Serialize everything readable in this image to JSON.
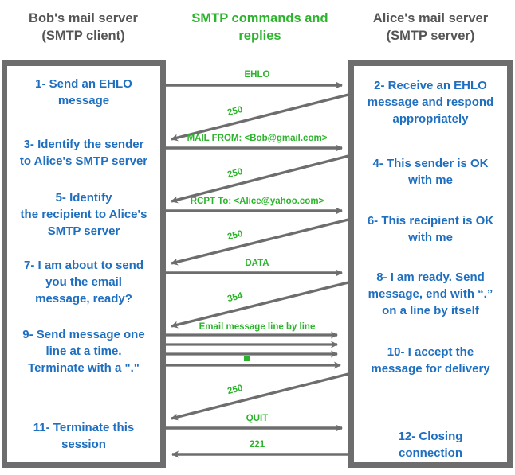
{
  "headings": {
    "left": "Bob's mail server\n(SMTP client)",
    "center": "SMTP commands and\nreplies",
    "right": "Alice's mail server\n(SMTP server)"
  },
  "colors": {
    "blue_text": "#1f6fc0",
    "green_text": "#2cb42c",
    "arrow_gray": "#6d6d6d",
    "heading_gray": "#555555",
    "panel_frame": "#6d6d6d",
    "background": "#ffffff"
  },
  "client_steps": [
    {
      "id": 1,
      "text": "1- Send an EHLO\nmessage"
    },
    {
      "id": 3,
      "text": "3- Identify the sender\nto Alice's SMTP server"
    },
    {
      "id": 5,
      "text": "5- Identify\nthe recipient to Alice's\nSMTP server"
    },
    {
      "id": 7,
      "text": "7- I am about to send\nyou the email\nmessage, ready?"
    },
    {
      "id": 9,
      "text": "9- Send message one\nline at a time.\nTerminate with a \".\""
    },
    {
      "id": 11,
      "text": "11- Terminate this\nsession"
    }
  ],
  "server_steps": [
    {
      "id": 2,
      "text": "2- Receive an EHLO\nmessage and respond\nappropriately"
    },
    {
      "id": 4,
      "text": "4- This sender is OK\nwith me"
    },
    {
      "id": 6,
      "text": "6- This recipient is OK\nwith me"
    },
    {
      "id": 8,
      "text": "8-  I am ready. Send\nmessage, end with “.”\non a line by itself"
    },
    {
      "id": 10,
      "text": "10-  I accept the\nmessage for delivery"
    },
    {
      "id": 12,
      "text": "12-  Closing\nconnection"
    }
  ],
  "messages": [
    {
      "seq": 1,
      "label": "EHLO",
      "direction": "client-to-server",
      "style": "horizontal"
    },
    {
      "seq": 2,
      "label": "250",
      "direction": "server-to-client",
      "style": "diagonal"
    },
    {
      "seq": 3,
      "label": "MAIL FROM: <Bob@gmail.com>",
      "direction": "client-to-server",
      "style": "horizontal"
    },
    {
      "seq": 4,
      "label": "250",
      "direction": "server-to-client",
      "style": "diagonal"
    },
    {
      "seq": 5,
      "label": "RCPT To: <Alice@yahoo.com>",
      "direction": "client-to-server",
      "style": "horizontal"
    },
    {
      "seq": 6,
      "label": "250",
      "direction": "server-to-client",
      "style": "diagonal"
    },
    {
      "seq": 7,
      "label": "DATA",
      "direction": "client-to-server",
      "style": "horizontal"
    },
    {
      "seq": 8,
      "label": "354",
      "direction": "server-to-client",
      "style": "diagonal"
    },
    {
      "seq": 9,
      "label": "Email message line by line",
      "direction": "client-to-server",
      "style": "horizontal-multi"
    },
    {
      "seq": 10,
      "label": "",
      "direction": "client-to-server",
      "style": "horizontal"
    },
    {
      "seq": 11,
      "label": "",
      "direction": "client-to-server",
      "style": "horizontal"
    },
    {
      "seq": 12,
      "label": "■",
      "direction": "client-to-server",
      "style": "horizontal-dot"
    },
    {
      "seq": 13,
      "label": "250",
      "direction": "server-to-client",
      "style": "diagonal"
    },
    {
      "seq": 14,
      "label": "QUIT",
      "direction": "client-to-server",
      "style": "horizontal"
    },
    {
      "seq": 15,
      "label": "221",
      "direction": "server-to-client",
      "style": "horizontal"
    }
  ]
}
